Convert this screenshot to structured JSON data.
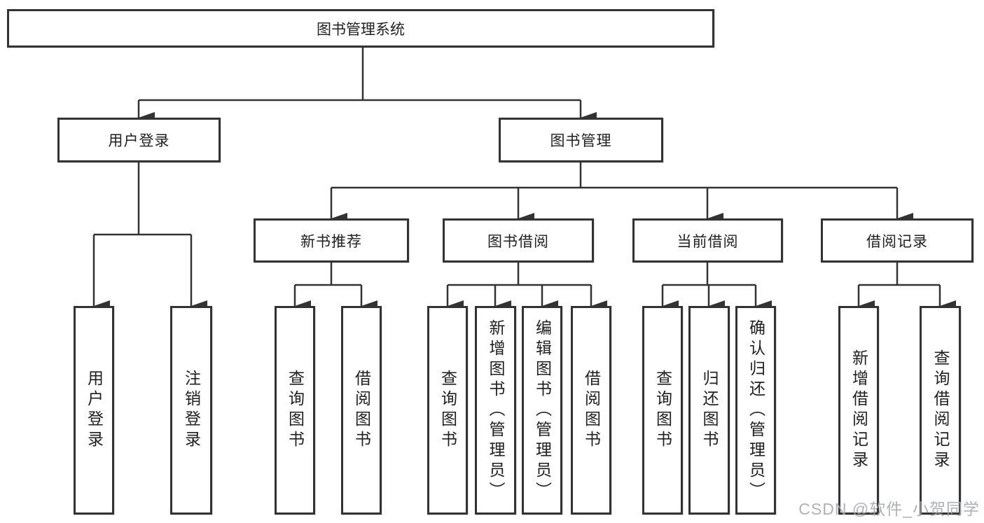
{
  "diagram": {
    "root": "图书管理系统",
    "level2": [
      "用户登录",
      "图书管理"
    ],
    "level3": [
      "新书推荐",
      "图书借阅",
      "当前借阅",
      "借阅记录"
    ],
    "leaves_user_login": [
      "用户登录",
      "注销登录"
    ],
    "leaves_new_books": [
      "查询图书",
      "借阅图书"
    ],
    "leaves_book_borrow": [
      "查询图书",
      "新增图书（管理员）",
      "编辑图书（管理员）",
      "借阅图书"
    ],
    "leaves_current_borrow": [
      "查询图书",
      "归还图书",
      "确认归还（管理员）"
    ],
    "leaves_borrow_records": [
      "新增借阅记录",
      "查询借阅记录"
    ]
  },
  "watermark": "CSDN @软件_小贺同学",
  "colors": {
    "line": "#333333",
    "text": "#1f1f1f",
    "watermark": "#a6a9ad",
    "background": "#ffffff"
  }
}
